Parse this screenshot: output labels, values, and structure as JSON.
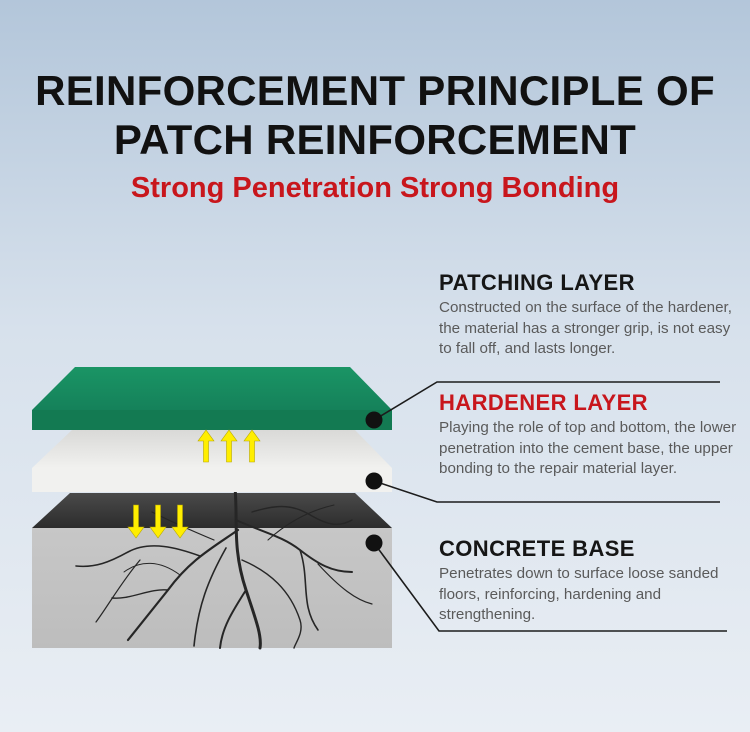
{
  "header": {
    "title_line1": "REINFORCEMENT PRINCIPLE OF",
    "title_line2": "PATCH REINFORCEMENT",
    "subtitle": "Strong Penetration Strong Bonding"
  },
  "layers": [
    {
      "title": "PATCHING LAYER",
      "description": "Constructed on the surface of the hardener, the material has a stronger grip, is not easy to fall off, and lasts longer.",
      "color": "#1a8a5c"
    },
    {
      "title": "HARDENER LAYER",
      "description": "Playing the role of top and bottom, the lower penetration into the cement base, the upper bonding to the repair material layer.",
      "color": "#e8e8e6"
    },
    {
      "title": "CONCRETE BASE",
      "description": "Penetrates down to surface loose sanded floors, reinforcing, hardening and strengthening.",
      "color": "#c4c4c4"
    }
  ],
  "colors": {
    "title": "#111111",
    "accent_red": "#c8161c",
    "arrow_yellow": "#ffee00",
    "root": "#262626"
  },
  "icons": {
    "up_arrows": "arrow-up-icon",
    "down_arrows": "arrow-down-icon"
  }
}
